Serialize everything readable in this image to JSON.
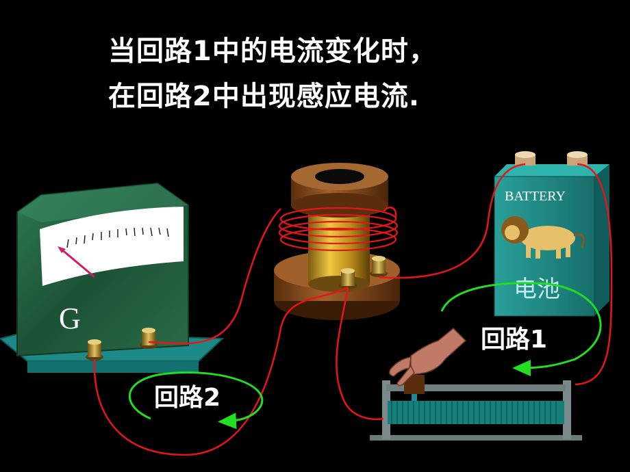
{
  "caption": {
    "line1": "当回路1中的电流变化时，",
    "line2": "在回路2中出现感应电流."
  },
  "galvanometer": {
    "label": "G"
  },
  "battery": {
    "brand": "BATTERY",
    "label": "电池"
  },
  "loops": {
    "loop1": "回路1",
    "loop2": "回路2"
  },
  "colors": {
    "background": "#000000",
    "wire": "#e8141c",
    "arrow": "#22dd22",
    "marble": "#1f5f3c",
    "battery": "#1f8a86",
    "coil_wood": "#8a4a1a",
    "core": "#d4a628"
  },
  "icons": [
    "lion-icon",
    "hand-icon",
    "needle-icon"
  ]
}
